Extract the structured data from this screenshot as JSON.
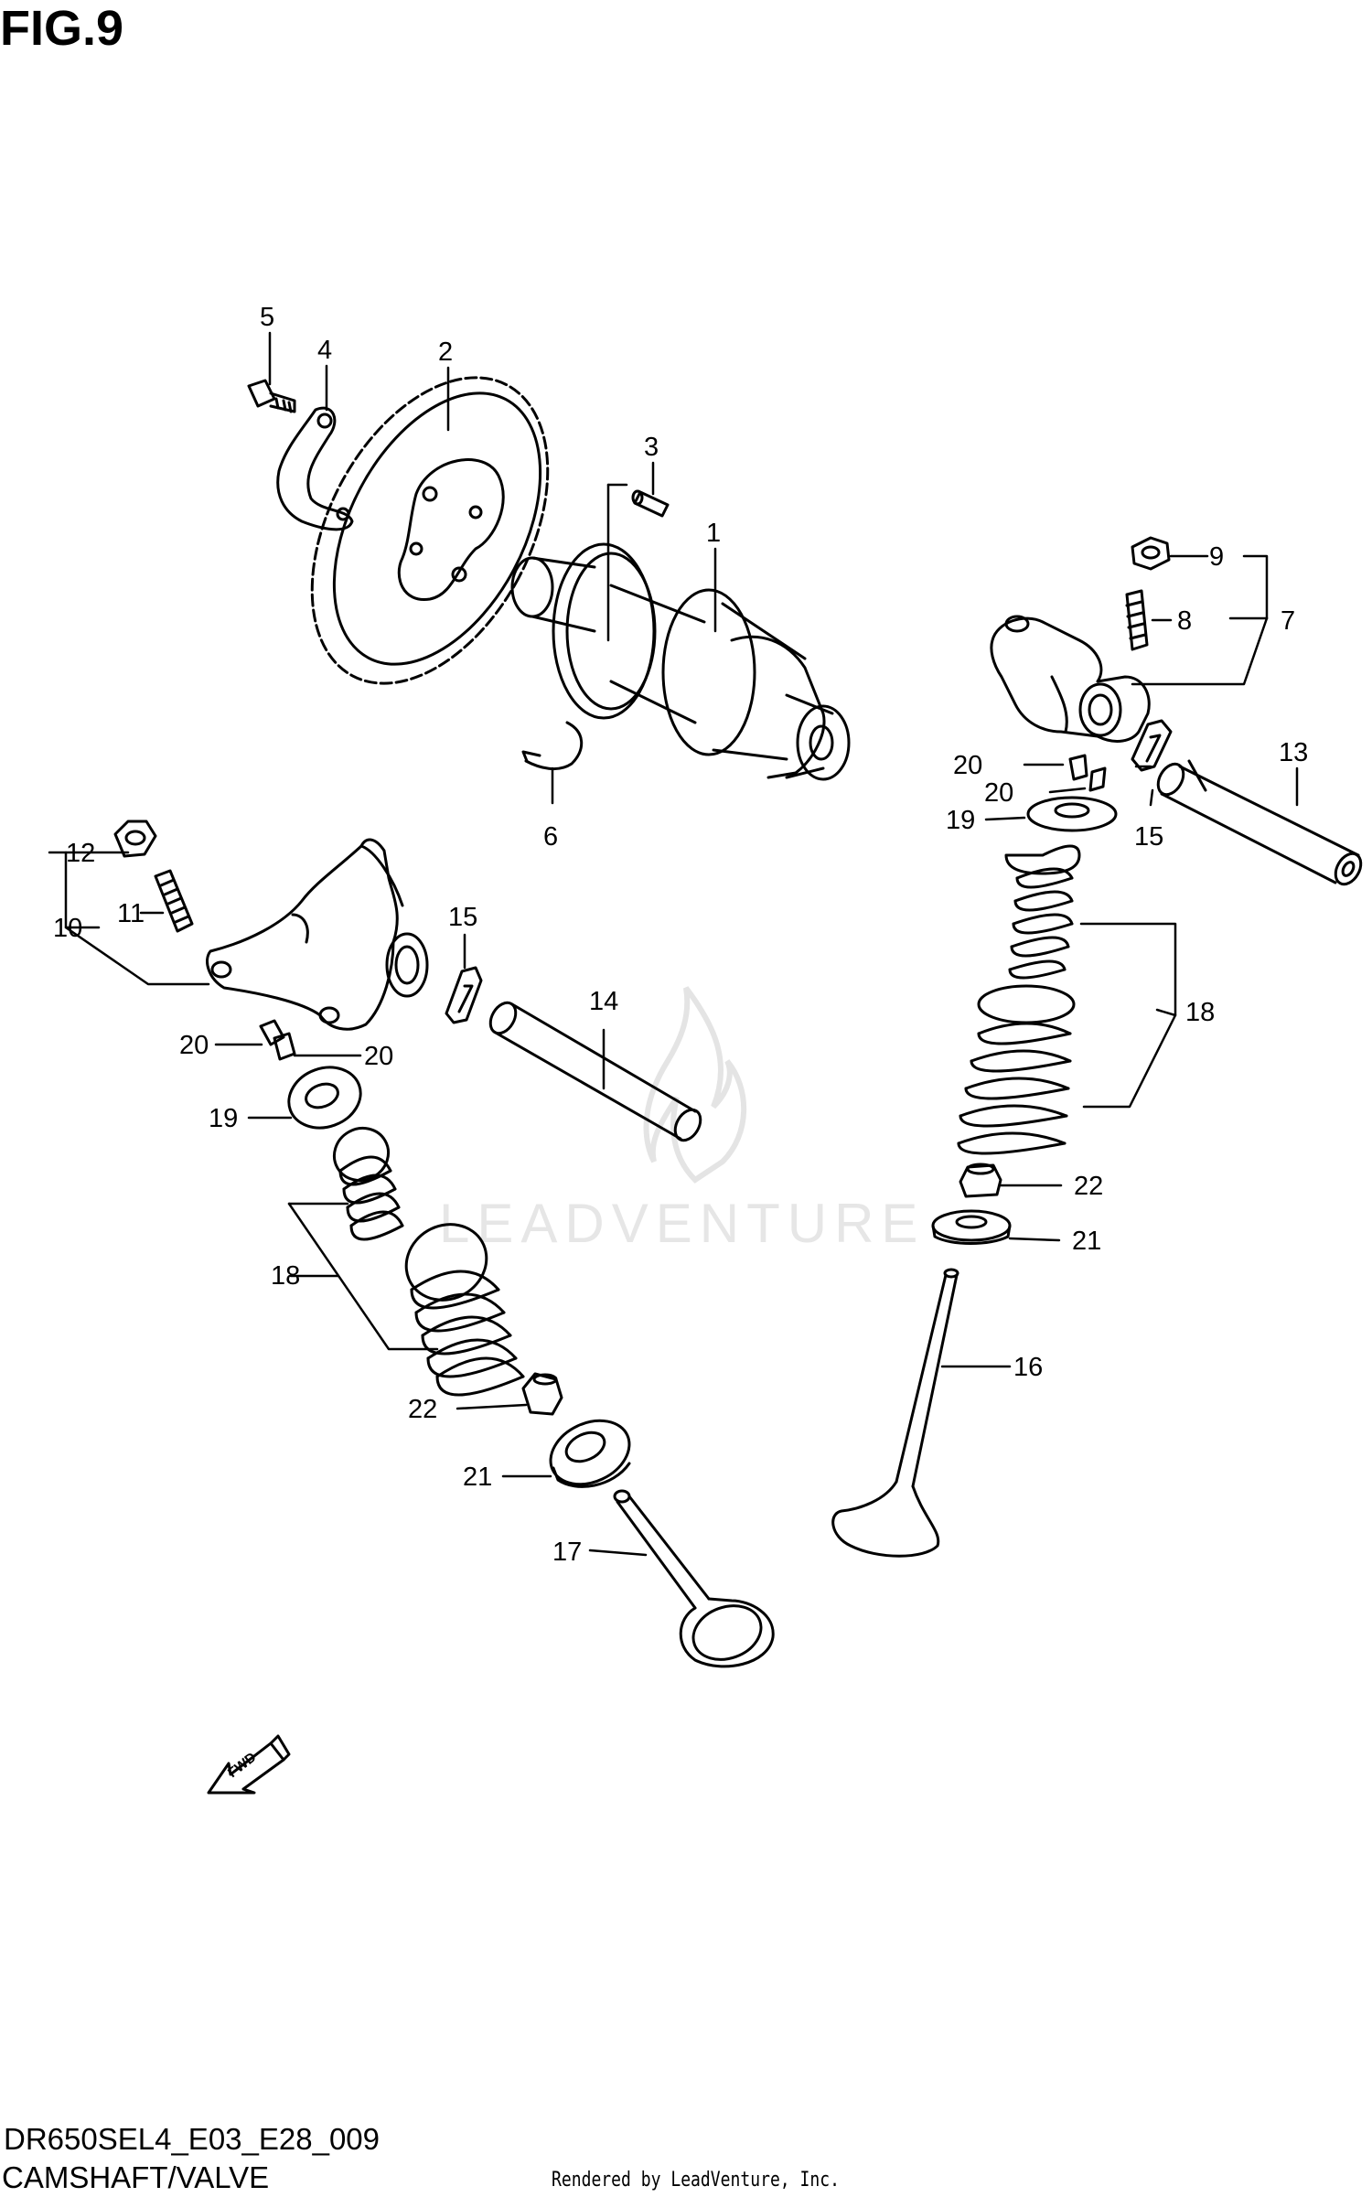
{
  "figure": {
    "title": "FIG.9",
    "model_code": "DR650SEL4_E03_E28_009",
    "section_name": "CAMSHAFT/VALVE",
    "footer": "Rendered by LeadVenture, Inc.",
    "watermark": "LEADVENTURE"
  },
  "forward_arrow": {
    "label": "FWD"
  },
  "callouts": [
    {
      "id": "c5a",
      "label": "5"
    },
    {
      "id": "c4a",
      "label": "4"
    },
    {
      "id": "c2a",
      "label": "2"
    },
    {
      "id": "c3a",
      "label": "3"
    },
    {
      "id": "c1a",
      "label": "1"
    },
    {
      "id": "c6a",
      "label": "6"
    },
    {
      "id": "c9a",
      "label": "9"
    },
    {
      "id": "c8a",
      "label": "8"
    },
    {
      "id": "c7a",
      "label": "7"
    },
    {
      "id": "c13a",
      "label": "13"
    },
    {
      "id": "c20a",
      "label": "20"
    },
    {
      "id": "c20b",
      "label": "20"
    },
    {
      "id": "c19a",
      "label": "19"
    },
    {
      "id": "c15a",
      "label": "15"
    },
    {
      "id": "c12a",
      "label": "12"
    },
    {
      "id": "c11a",
      "label": "11"
    },
    {
      "id": "c10a",
      "label": "10"
    },
    {
      "id": "c15b",
      "label": "15"
    },
    {
      "id": "c14a",
      "label": "14"
    },
    {
      "id": "c18a",
      "label": "18"
    },
    {
      "id": "c20c",
      "label": "20"
    },
    {
      "id": "c20d",
      "label": "20"
    },
    {
      "id": "c19b",
      "label": "19"
    },
    {
      "id": "c22a",
      "label": "22"
    },
    {
      "id": "c21a",
      "label": "21"
    },
    {
      "id": "c16a",
      "label": "16"
    },
    {
      "id": "c18b",
      "label": "18"
    },
    {
      "id": "c22b",
      "label": "22"
    },
    {
      "id": "c21b",
      "label": "21"
    },
    {
      "id": "c17a",
      "label": "17"
    }
  ]
}
